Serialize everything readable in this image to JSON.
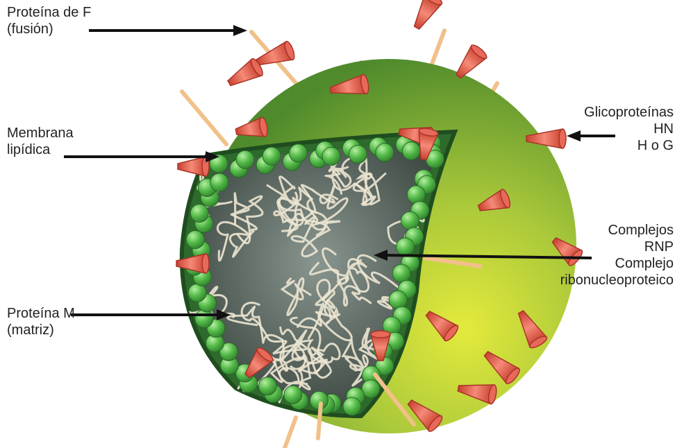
{
  "colors": {
    "envelope_light": "#d8e23a",
    "envelope_dark": "#5a8a2a",
    "membrane": "#2f6b2a",
    "matrix_bead": "#5fbf4f",
    "interior": "#4a5550",
    "hn_spike": "#e8685a",
    "f_spike": "#f2c089",
    "rnp": "#ece6d2",
    "arrow": "#111111"
  },
  "labels": {
    "fusion_protein": [
      "Proteína de F",
      "(fusión)"
    ],
    "lipid_membrane": [
      "Membrana",
      "lipídica"
    ],
    "matrix_protein": [
      "Proteína M",
      "(matriz)"
    ],
    "glycoproteins": [
      "Glicoproteínas",
      "HN",
      "H o G"
    ],
    "rnp_complex": [
      "Complejos",
      "RNP",
      "Complejo",
      "ribonucleoproteico"
    ]
  }
}
